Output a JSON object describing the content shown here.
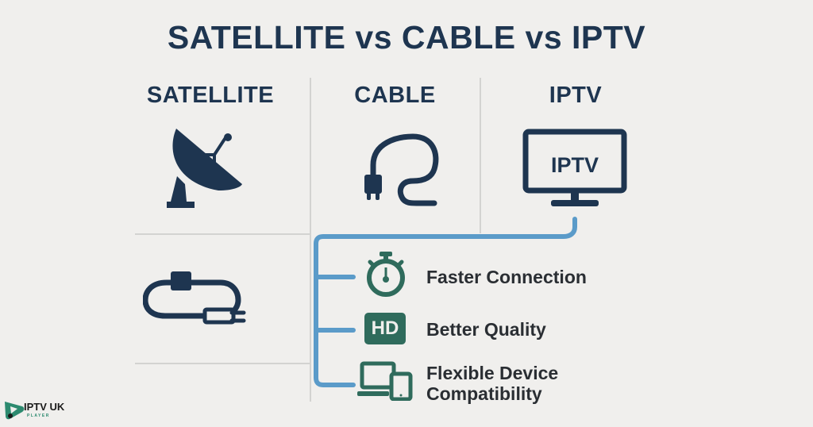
{
  "title": "SATELLITE vs CABLE vs IPTV",
  "columns": [
    {
      "label": "SATELLITE",
      "icon": "satellite-dish-icon"
    },
    {
      "label": "CABLE",
      "icon": "plug-cable-icon"
    },
    {
      "label": "IPTV",
      "icon": "tv-monitor-icon",
      "screen_text": "IPTV"
    }
  ],
  "extra_icon": "coiled-cable-icon",
  "features": [
    {
      "label": "Faster Connection",
      "icon": "stopwatch-icon"
    },
    {
      "label": "Better Quality",
      "icon": "hd-badge-icon",
      "badge_text": "HD"
    },
    {
      "label_line1": "Flexible Device",
      "label_line2": "Compatibility",
      "icon": "laptop-tablet-icon"
    }
  ],
  "logo": {
    "name": "IPTV UK",
    "sub": "PLAYER"
  },
  "colors": {
    "background": "#f0efed",
    "navy": "#1e3550",
    "connector_blue": "#5b9bc9",
    "feature_green": "#2f6b5c",
    "divider": "#d3d3d1"
  }
}
